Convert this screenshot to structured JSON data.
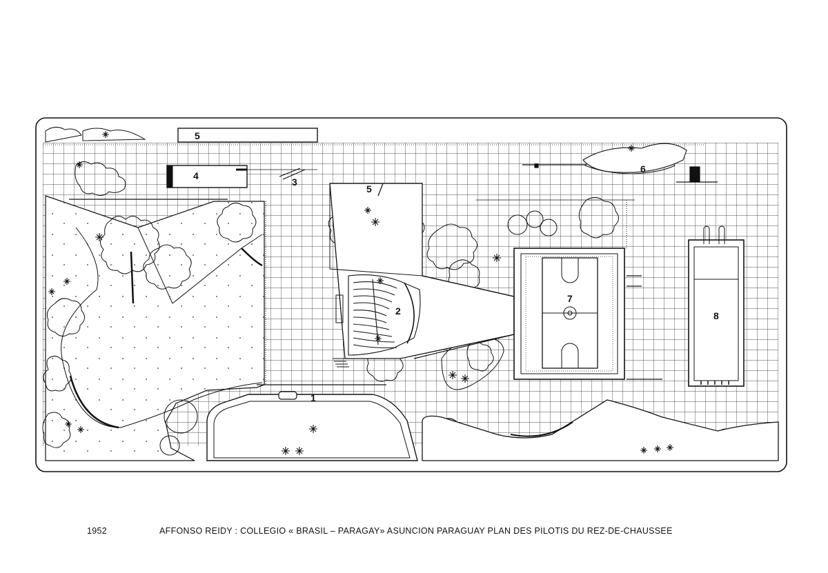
{
  "caption": {
    "year": "1952",
    "text": "AFFONSO  REIDY :   COLLEGIO « BRASIL – PARAGAY»  ASUNCION  PARAGUAY   PLAN  DES  PILOTIS  DU  REZ-DE-CHAUSSEE"
  },
  "labels": {
    "l1": "1",
    "l2": "2",
    "l3": "3",
    "l4": "4",
    "l5a": "5",
    "l5b": "5",
    "l6": "6",
    "l7": "7",
    "l8": "8"
  },
  "colors": {
    "ink": "#111111",
    "paper": "#ffffff"
  }
}
